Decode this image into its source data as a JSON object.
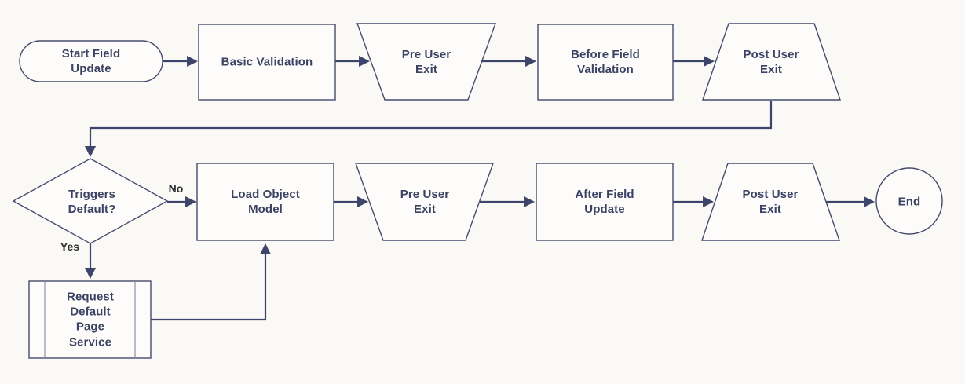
{
  "diagram": {
    "colors": {
      "background": "#faf9f6",
      "shape_fill": "#fdfcfa",
      "shape_stroke": "#454c6d",
      "connector": "#3e456a",
      "node_text": "#3b4263",
      "edge_label_text": "#2c2d31"
    },
    "nodes": [
      {
        "id": "start-field-update",
        "type": "terminator",
        "label": "Start Field Update"
      },
      {
        "id": "basic-validation",
        "type": "process",
        "label": "Basic Validation"
      },
      {
        "id": "pre-user-exit-1",
        "type": "manual-operation",
        "label": "Pre User Exit"
      },
      {
        "id": "before-field-validation",
        "type": "process",
        "label": "Before Field Validation"
      },
      {
        "id": "post-user-exit-1",
        "type": "manual-loop",
        "label": "Post User Exit"
      },
      {
        "id": "triggers-default",
        "type": "decision",
        "label": "Triggers Default?"
      },
      {
        "id": "load-object-model",
        "type": "process",
        "label": "Load Object Model"
      },
      {
        "id": "pre-user-exit-2",
        "type": "manual-operation",
        "label": "Pre User Exit"
      },
      {
        "id": "after-field-update",
        "type": "process",
        "label": "After Field Update"
      },
      {
        "id": "post-user-exit-2",
        "type": "manual-loop",
        "label": "Post User Exit"
      },
      {
        "id": "end",
        "type": "terminator-circle",
        "label": "End"
      },
      {
        "id": "request-default-page-service",
        "type": "predefined-process",
        "label": "Request Default Page Service"
      }
    ],
    "edge_labels": {
      "no": "No",
      "yes": "Yes"
    }
  }
}
